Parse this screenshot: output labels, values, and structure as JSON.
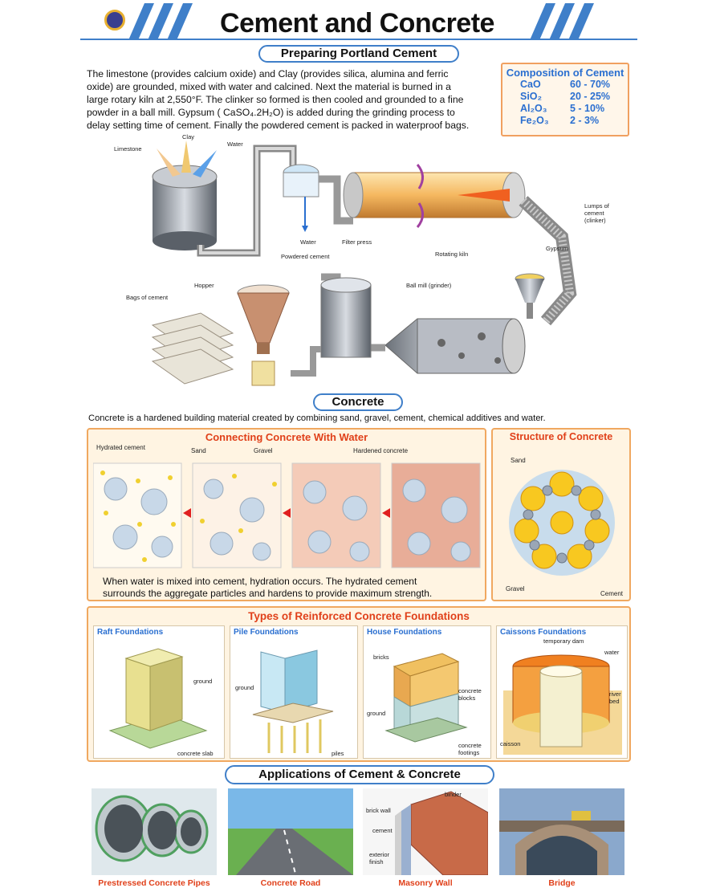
{
  "title": "Cement and Concrete",
  "prep": {
    "heading": "Preparing Portland Cement",
    "lines": [
      "The limestone (provides calcium oxide) and Clay (provides silica, alumina and ferric",
      "oxide) are  grounded, mixed with water and calcined. Next the material is burned in a",
      "large rotary kiln at 2,550°F. The clinker so formed is then cooled and grounded to a fine",
      "powder in a ball mill. Gypsum ( CaSO₄.2H₂O) is added during the grinding process to",
      "delay setting time of cement. Finally the powdered cement is packed in waterproof bags."
    ]
  },
  "composition": {
    "title": "Composition of Cement",
    "rows": [
      {
        "formula": "CaO",
        "range": "60 - 70%"
      },
      {
        "formula": "SiO₂",
        "range": "20 - 25%"
      },
      {
        "formula": "Al₂O₃",
        "range": "5 - 10%"
      },
      {
        "formula": "Fe₂O₃",
        "range": "2 - 3%"
      }
    ]
  },
  "process_labels": {
    "limestone": "Limestone",
    "clay": "Clay",
    "water_in": "Water",
    "water_out": "Water",
    "filter_press": "Filter press",
    "rotating_kiln": "Rotating kiln",
    "clinker_1": "Lumps of",
    "clinker_2": "cement",
    "clinker_3": "(clinker)",
    "gypsum": "Gypsum",
    "powdered_cement": "Powdered cement",
    "hopper": "Hopper",
    "bags": "Bags of cement",
    "ball_mill": "Ball mill (grinder)"
  },
  "concrete": {
    "heading": "Concrete",
    "intro": "Concrete is a hardened building material created by combining sand, gravel, cement, chemical additives and water."
  },
  "hydration": {
    "title": "Connecting Concrete With Water",
    "labels": {
      "hydrated": "Hydrated cement",
      "sand": "Sand",
      "gravel": "Gravel",
      "hardened": "Hardened concrete"
    },
    "line1": "When water is mixed into cement, hydration occurs. The hydrated cement",
    "line2": "surrounds the aggregate particles and hardens to provide maximum strength."
  },
  "structure": {
    "title": "Structure of Concrete",
    "sand": "Sand",
    "gravel": "Gravel",
    "cement": "Cement"
  },
  "foundations": {
    "title": "Types of Reinforced Concrete Foundations",
    "raft": {
      "title": "Raft Foundations",
      "ground": "ground",
      "slab": "concrete slab"
    },
    "pile": {
      "title": "Pile Foundations",
      "ground": "ground",
      "piles": "piles"
    },
    "house": {
      "title": "House Foundations",
      "bricks": "bricks",
      "blocks_1": "concrete",
      "blocks_2": "blocks",
      "ground": "ground",
      "footings_1": "concrete",
      "footings_2": "footings"
    },
    "caisson": {
      "title": "Caissons Foundations",
      "dam": "temporary dam",
      "water": "water",
      "river_1": "river",
      "river_2": "bed",
      "caisson": "caisson"
    }
  },
  "applications": {
    "title": "Applications of Cement & Concrete",
    "items": [
      "Prestressed Concrete Pipes",
      "Concrete Road",
      "Masonry Wall",
      "Bridge"
    ],
    "masonry": {
      "binder": "binder",
      "brick_wall": "brick wall",
      "cement": "cement",
      "exterior_1": "exterior",
      "exterior_2": "finish"
    }
  },
  "colors": {
    "accent_blue": "#2a6fd0",
    "accent_orange": "#e0401a",
    "frame_orange": "#f0a860"
  }
}
